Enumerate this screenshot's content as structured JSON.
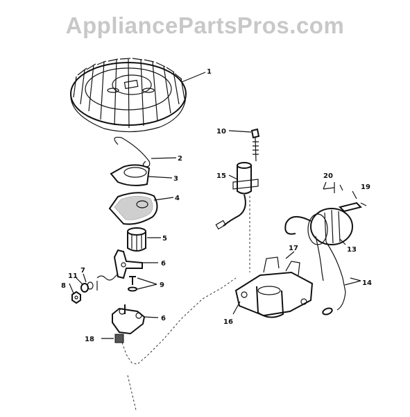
{
  "watermark": "AppliancePartsPros.com",
  "callouts": {
    "c1": "1",
    "c2": "2",
    "c3": "3",
    "c4": "4",
    "c5": "5",
    "c6a": "6",
    "c6b": "6",
    "c7": "7",
    "c8": "8",
    "c9": "9",
    "c10": "10",
    "c11": "11",
    "c13": "13",
    "c14": "14",
    "c15": "15",
    "c16": "16",
    "c17": "17",
    "c18": "18",
    "c19": "19",
    "c20": "20"
  }
}
